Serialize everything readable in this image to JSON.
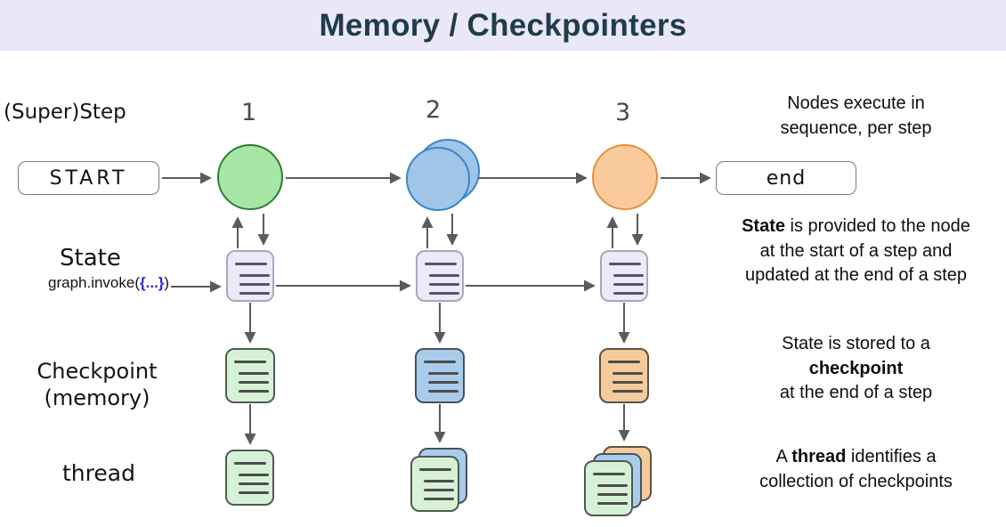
{
  "title": "Memory / Checkpointers",
  "labels": {
    "superstep": "(Super)Step",
    "state": "State",
    "invoke_pre": "graph.invoke(",
    "invoke_braces": "{...}",
    "invoke_post": ")",
    "checkpoint_line1": "Checkpoint",
    "checkpoint_line2": "(memory)",
    "thread": "thread"
  },
  "steps": [
    "1",
    "2",
    "3"
  ],
  "nodes": {
    "start": "START",
    "end": "end"
  },
  "notes": {
    "sequence": {
      "line1": "Nodes  execute in",
      "line2": "sequence, per step"
    },
    "state": {
      "bold": "State",
      "rest": " is provided to the node",
      "line2": "at the start of a step and",
      "line3": "updated at the end of a step"
    },
    "checkpoint": {
      "line1": "State is stored to a",
      "bold": "checkpoint",
      "line3": "at the end of a step"
    },
    "thread": {
      "pre": "A ",
      "bold": "thread",
      "rest": " identifies a",
      "line2": "collection of checkpoints"
    }
  },
  "colors": {
    "header_bg": "#E9E7F8",
    "title_text": "#1E3D49",
    "node_green_fill": "#A6E7A6",
    "node_green_stroke": "#2E7D32",
    "node_blue_fill": "#9FC5E8",
    "node_blue_stroke": "#3D85C6",
    "node_orange_fill": "#F9CB9C",
    "node_orange_stroke": "#E69138",
    "doc_state_fill": "#ECEAF8",
    "doc_checkpoint_green": "#D7F1D7",
    "doc_checkpoint_blue": "#A9CCEC",
    "doc_checkpoint_orange": "#F6CB9B",
    "invoke_braces_color": "#2B2BD6",
    "arrow": "#5B5B5B"
  }
}
